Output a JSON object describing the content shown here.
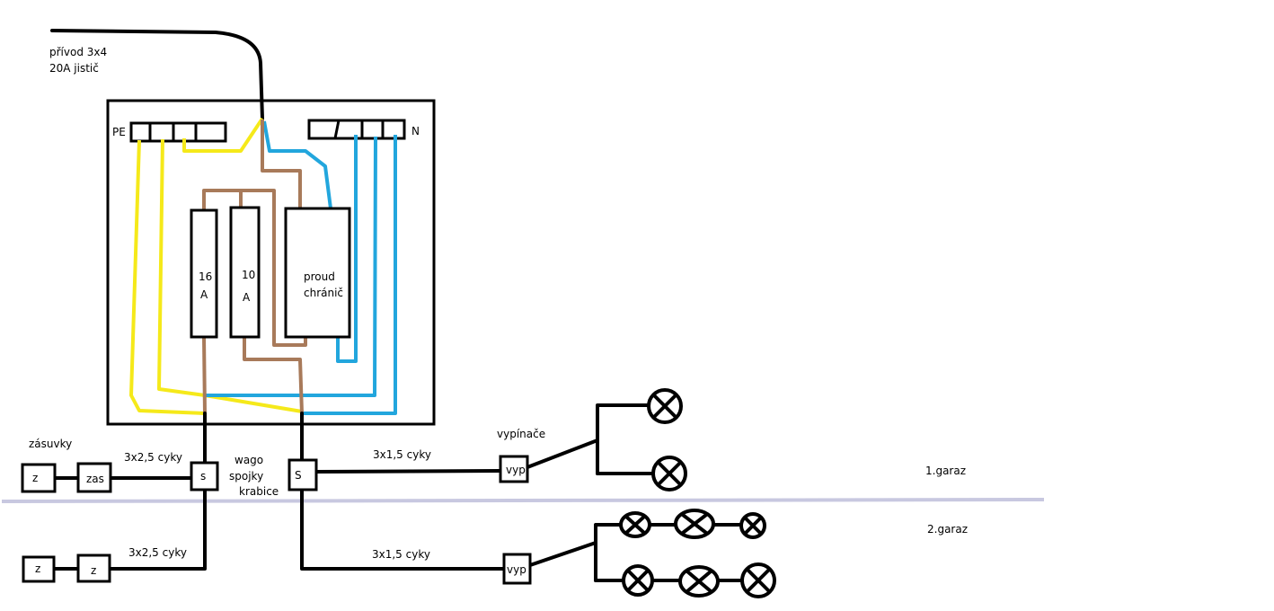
{
  "labels": {
    "supply": "přívod 3x4",
    "breaker_main": "20A jistič",
    "pe": "PE",
    "n": "N",
    "breaker_16_top": "16",
    "breaker_16_bottom": "A",
    "breaker_10_top": "10",
    "breaker_10_bottom": "A",
    "rcd_top": "proud",
    "rcd_bottom": "chránič",
    "sockets": "zásuvky",
    "cable_sockets_1": "3x2,5 cyky",
    "cable_sockets_2": "3x2,5 cyky",
    "wago_1": "wago",
    "wago_2": "spojky",
    "wago_3": "krabice",
    "switches": "vypínače",
    "cable_lights_1": "3x1,5 cyky",
    "cable_lights_2": "3x1,5 cyky",
    "garage_1": "1.garaz",
    "garage_2": "2.garaz",
    "socket_z_1": "z",
    "socket_zas": "zas",
    "socket_z_2": "z",
    "socket_z_3": "z",
    "junction_s_1": "s",
    "junction_s_2": "S",
    "switch_1": "vyp",
    "switch_2": "vyp"
  },
  "colors": {
    "phase": "#a87a5a",
    "neutral": "#22a6dd",
    "earth": "#f5e91a",
    "cable": "#000000",
    "divider": "#c8c8e0"
  }
}
